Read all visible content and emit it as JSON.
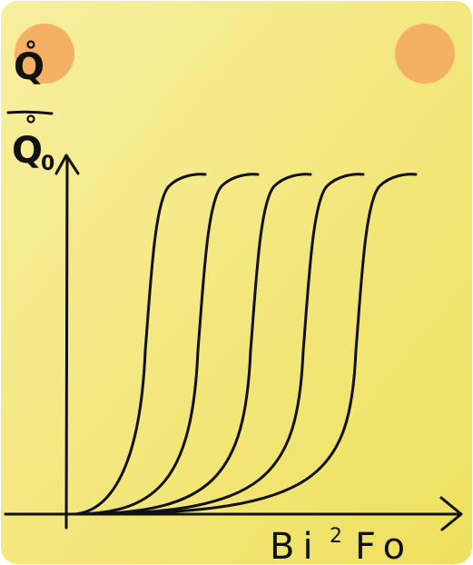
{
  "colors": {
    "card_light": "#F7EFA0",
    "card_dark": "#EFE05E",
    "dot": "#F4B063",
    "ink": "#111111"
  },
  "icons": [
    "pushpin-dot-left",
    "pushpin-dot-right"
  ],
  "diagram": {
    "ylabel_numerator": "Q",
    "ylabel_denominator": "Q",
    "ylabel_denominator_subscript": "0",
    "xlabel_base": "Bi",
    "xlabel_exponent": "2",
    "xlabel_tail": "Fo",
    "curve_count": 5,
    "curve_shape": "sigmoid"
  }
}
